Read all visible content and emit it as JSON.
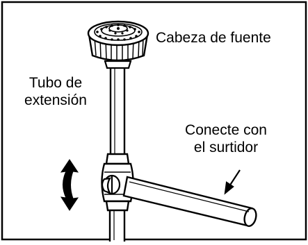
{
  "labels": {
    "head": "Cabeza de fuente",
    "tube_line1": "Tubo de",
    "tube_line2": "extensión",
    "connect_line1": "Conecte con",
    "connect_line2": "el surtidor"
  }
}
